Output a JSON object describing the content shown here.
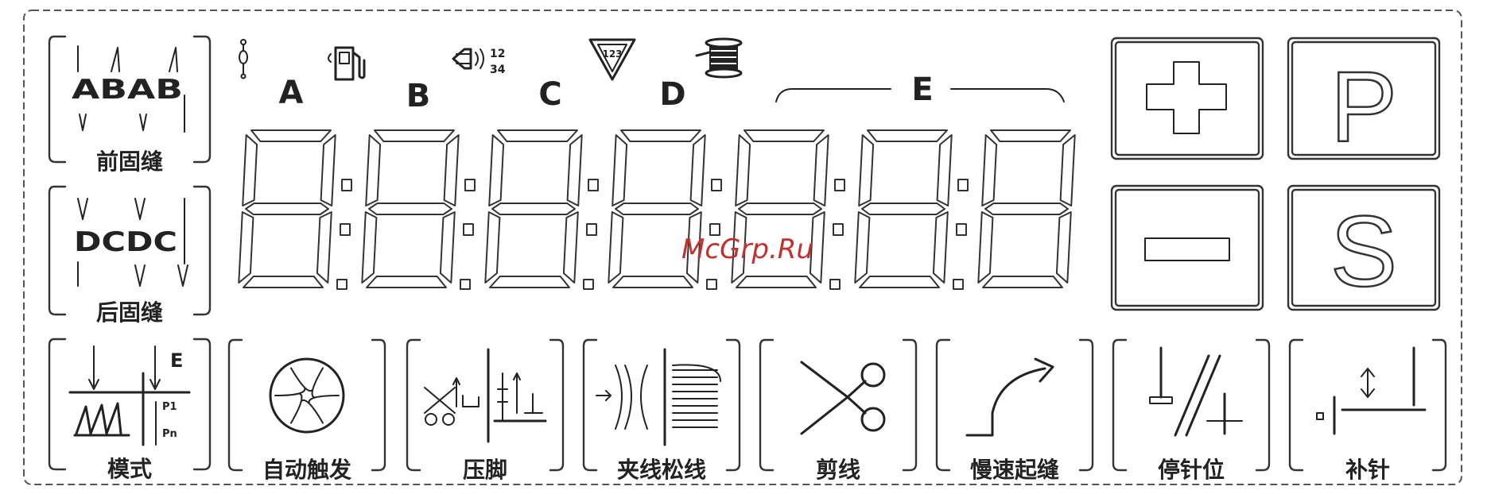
{
  "panel": {
    "left_keys": {
      "front_tack": {
        "label": "前固缝",
        "glyphs": "ABAB"
      },
      "back_tack": {
        "label": "后固缝",
        "glyphs": "DCDC"
      },
      "mode": {
        "label": "模式",
        "mark_e": "E",
        "mark_p1": "P1",
        "mark_pn": "Pn"
      }
    },
    "indicator_letters": [
      "A",
      "B",
      "C",
      "D",
      "E"
    ],
    "indicator_icons": [
      "needle-thread-icon",
      "oil-pump-icon",
      "speaker-icon",
      "triangle-counter-icon",
      "bobbin-icon"
    ],
    "speaker_marks": {
      "top": "12",
      "bottom": "34"
    },
    "triangle_mark": "123",
    "display": {
      "digit_count": 7
    },
    "right_keys": {
      "plus": "+",
      "p": "P",
      "minus": "−",
      "s": "S"
    },
    "bottom_keys": [
      {
        "id": "auto-trigger",
        "label": "自动触发",
        "icon": "swirl-icon"
      },
      {
        "id": "presser-foot",
        "label": "压脚",
        "icon": "presser-foot-icon"
      },
      {
        "id": "thread-clamp",
        "label": "夹线松线",
        "icon": "thread-clamp-icon"
      },
      {
        "id": "trim-thread",
        "label": "剪线",
        "icon": "scissors-icon"
      },
      {
        "id": "slow-start",
        "label": "慢速起缝",
        "icon": "slow-start-arrow-icon"
      },
      {
        "id": "needle-stop-position",
        "label": "停针位",
        "icon": "needle-position-icon"
      },
      {
        "id": "needle-compensation",
        "label": "补针",
        "icon": "needle-compensation-icon"
      }
    ],
    "watermark": "McGrp.Ru"
  }
}
